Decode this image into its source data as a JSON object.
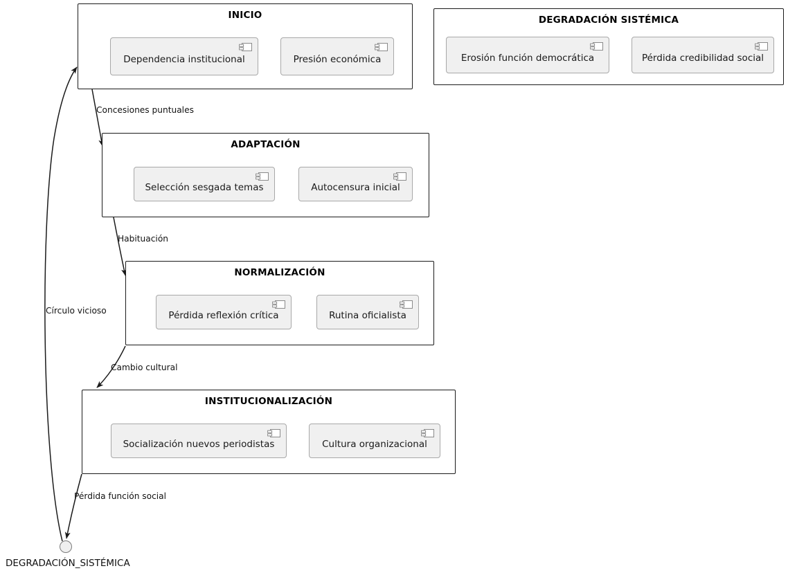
{
  "diagram": {
    "type": "uml-activity-component-diagram",
    "title_visible": false,
    "colors": {
      "container_border": "#1a1a1a",
      "component_fill": "#f0f0f0",
      "component_border": "#a8a8a8",
      "edge": "#1a1a1a",
      "final_node_fill": "#efefef",
      "background": "#ffffff"
    }
  },
  "phases": [
    {
      "id": "inicio",
      "title": "INICIO",
      "components": [
        {
          "label": "Dependencia institucional",
          "icon": "uml-component-icon"
        },
        {
          "label": "Presión económica",
          "icon": "uml-component-icon"
        }
      ]
    },
    {
      "id": "degradacion-sistemica",
      "title": "DEGRADACIÓN SISTÉMICA",
      "components": [
        {
          "label": "Erosión función democrática",
          "icon": "uml-component-icon"
        },
        {
          "label": "Pérdida credibilidad social",
          "icon": "uml-component-icon"
        }
      ]
    },
    {
      "id": "adaptacion",
      "title": "ADAPTACIÓN",
      "components": [
        {
          "label": "Selección sesgada temas",
          "icon": "uml-component-icon"
        },
        {
          "label": "Autocensura inicial",
          "icon": "uml-component-icon"
        }
      ]
    },
    {
      "id": "normalizacion",
      "title": "NORMALIZACIÓN",
      "components": [
        {
          "label": "Pérdida reflexión crítica",
          "icon": "uml-component-icon"
        },
        {
          "label": "Rutina oficialista",
          "icon": "uml-component-icon"
        }
      ]
    },
    {
      "id": "institucionalizacion",
      "title": "INSTITUCIONALIZACIÓN",
      "components": [
        {
          "label": "Socialización nuevos periodistas",
          "icon": "uml-component-icon"
        },
        {
          "label": "Cultura organizacional",
          "icon": "uml-component-icon"
        }
      ]
    }
  ],
  "edges": [
    {
      "id": "e1",
      "from": "inicio",
      "to": "adaptacion",
      "label": "Concesiones puntuales"
    },
    {
      "id": "e2",
      "from": "adaptacion",
      "to": "normalizacion",
      "label": "Habituación"
    },
    {
      "id": "e3",
      "from": "normalizacion",
      "to": "institucionalizacion",
      "label": "Cambio cultural"
    },
    {
      "id": "e4",
      "from": "institucionalizacion",
      "to": "final-node",
      "label": "Pérdida función social"
    },
    {
      "id": "e5",
      "from": "final-node",
      "to": "inicio",
      "label": "Círculo vicioso"
    }
  ],
  "final_node": {
    "label": "DEGRADACIÓN_SISTÉMICA",
    "shape": "circle"
  }
}
